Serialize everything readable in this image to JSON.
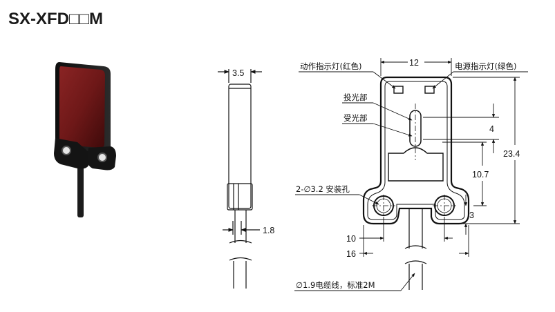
{
  "title": "SX-XFD□□M",
  "side_view": {
    "dim_top": "3.5",
    "dim_bottom": "1.8"
  },
  "front_view": {
    "dim_width": "12",
    "dim_height": "23.4",
    "dim_slot": "4",
    "dim_center": "10.7",
    "dim_hole_offset": "3",
    "dim_hole_spacing": "10",
    "dim_base_width": "16",
    "label_action_led": "动作指示灯(红色)",
    "label_power_led": "电源指示灯(绿色)",
    "label_emitter": "投光部",
    "label_receiver": "受光部",
    "label_mount_holes": "2-∅3.2 安装孔",
    "label_cable": "∅1.9电缆线，标准2M"
  },
  "colors": {
    "sensor_body": "#1c1c1c",
    "sensor_window": "#6e1818",
    "line": "#111111"
  }
}
